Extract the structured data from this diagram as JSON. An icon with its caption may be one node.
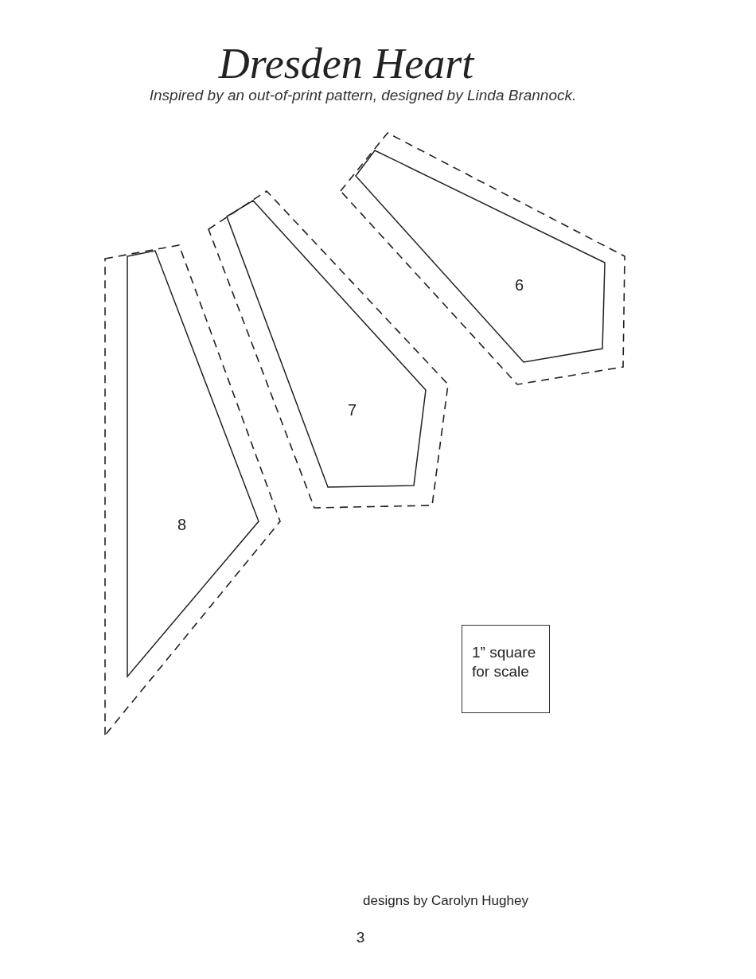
{
  "diagram": {
    "title": "Dresden Heart",
    "nodes": [
      {
        "text": [
          "6"
        ]
      },
      {
        "text": [
          "7"
        ]
      },
      {
        "text": [
          "8"
        ]
      },
      {
        "text": [
          "1” square for scale"
        ]
      }
    ],
    "labels": [
      "Inspired by an out-of-print pattern, designed by Linda Brannock.",
      "designs by Carolyn Hughey",
      "3"
    ]
  }
}
